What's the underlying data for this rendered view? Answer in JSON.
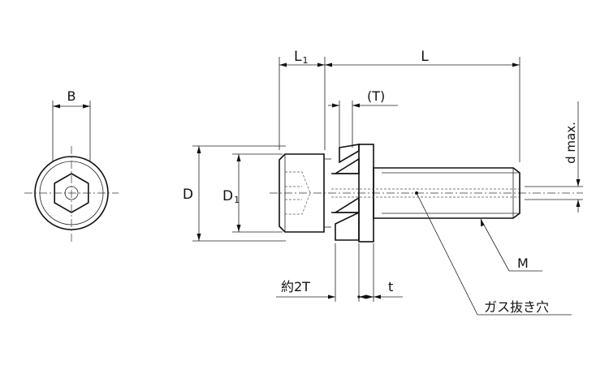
{
  "labels": {
    "B": "B",
    "D": "D",
    "D1_main": "D",
    "D1_sub": "1",
    "L1_main": "L",
    "L1_sub": "1",
    "L": "L",
    "T": "(T)",
    "d_max": "d max.",
    "M": "M",
    "approx_2T": "約2T",
    "t": "t",
    "vent_hole": "ガス抜き穴"
  }
}
